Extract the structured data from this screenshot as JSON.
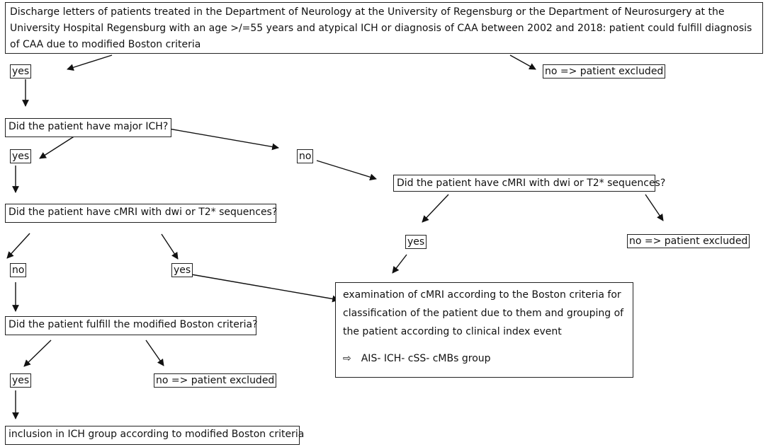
{
  "start": {
    "text": "Discharge letters of patients treated in the Department of Neurology at the University of Regensburg or the Department of Neurosurgery at the University Hospital Regensburg with an age >/=55 years and atypical ICH or diagnosis of CAA between 2002 and 2018: patient could fulfill diagnosis of CAA due to modified Boston criteria"
  },
  "labels": {
    "yes": "yes",
    "no": "no",
    "no_excluded": "no => patient excluded"
  },
  "questions": {
    "major_ich": "Did the patient have major ICH?",
    "cmri": "Did the patient have cMRI with dwi or T2* sequences?",
    "boston": "Did the patient fulfill the modified Boston criteria?"
  },
  "examination": {
    "text": "examination of cMRI according to the Boston criteria for classification of the patient due to them and grouping of the patient according to clinical index event",
    "bullet_icon": "right-arrow-outline-icon",
    "bullet_glyph": "⇨",
    "bullet_text": "AIS- ICH- cSS- cMBs group"
  },
  "inclusion": {
    "text": "inclusion in ICH group according to modified Boston criteria"
  }
}
